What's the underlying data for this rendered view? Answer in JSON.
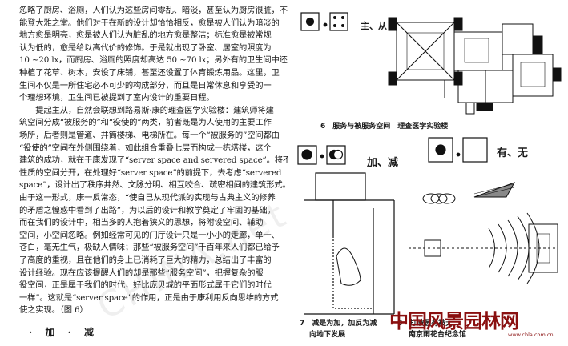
{
  "body_text": {
    "lines": [
      "忽略了厨房、浴厕，人们认为这些房间零乱、暗淡，甚至认为厨房很脏，不",
      "能登大雅之堂。他们对于在新的设计却恰恰相反，愈是被人们认为暗淡的",
      "地方愈是明亮，愈是被人们认为脏乱的地方愈是整洁；标准愈是被常规",
      "认为低的，愈是给以高代价的修饰。于是就出现了卧室、居室的照度为",
      "10 ~20 lx，而厨房、浴厕的照度却高达 50 ~70 lx；另外有的卫生间中还",
      "种植了花草、树木，安设了床铺，甚至还设置了体育锻炼用品。这里，卫",
      "生间不仅是一所住宅必不可少的构成部分，而且是日常休息和享受的一",
      "个理想环境，卫生间已被提到了室内设计的重要日程。",
      "　　提起主从，自然会联想到路易斯·康的理查医学实验楼：建筑师将建",
      "筑空间分成“被服务的”和“役使的”两类，前者既是为人使用的主要工作",
      "场所，后者则是管道、井筒楼梯、电梯所在。每一个“被服务的”空间都由",
      "“役使的”空间在外侧围绕着，如此组合重叠七层而构成一栋塔楼，这个",
      "建筑的成功，就在于康发现了“server space and servered space”。将不同",
      "性质的空间分开，在处理好“server space”的前提下，去考虑“servered",
      "space”，设计出了秩序井然、文脉分明、相互咬合、疏密相间的建筑形式。",
      "由于这一形式，康一反常态，“使自己从现代派的实现与古典主义的修养",
      "的矛盾之惶惑中看到了出路”，为以后的设计和教学奠定了牢固的基础。",
      "而在我们的设计中，相当多的人抱着狭义的思想，将附设空间、辅助",
      "空间，小空间忽略。例如经常可见的门厅设计只是一小小的走廊，单一、",
      "苍白，毫无生气，极缺人情味；那些“被服务空间”千百年来人们都已给予",
      "了高度的重视，且在他们的身上已消耗了巨大的精力，总结出了丰富的",
      "设计经验。现在应该提醒人们的却是那些“服务空间”，把握复杂的服",
      "役空间，正是属于我们的时代，好比庞贝城的平面形式属于它们的时代",
      "一样”。这就是“server space”的作用，正是由于康利用反向思维的方式",
      "使之实现。（图 6）"
    ],
    "footer_heading": "· 加 · 减"
  },
  "figures": {
    "legend_zhucong": "主、从",
    "caption6": "6　服务与被服务空间　理查医学实验楼",
    "legend_jiajian": "加、减",
    "legend_youwu": "有、无",
    "caption7_line1": "7　减是为加，加反为减",
    "caption7_line2": "向地下发展",
    "caption8_line1": "8　打破圆有被无",
    "caption8_line2": "南京雨花台纪念馆"
  },
  "watermark": "CHINA.net",
  "logo": {
    "text": "中国风景园林网",
    "sub": "www.chla.com.cn"
  }
}
